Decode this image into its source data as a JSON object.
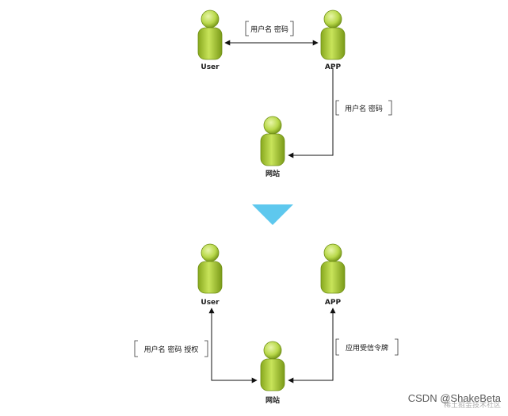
{
  "top": {
    "user_label": "User",
    "app_label": "APP",
    "site_label": "网站",
    "msg_user_app": "用户名 密码",
    "msg_app_site": "用户名 密码"
  },
  "bottom": {
    "user_label": "User",
    "app_label": "APP",
    "site_label": "网站",
    "msg_user_site": "用户名 密码 授权",
    "msg_app_site": "应用受信令牌"
  },
  "colors": {
    "person_body": "#b8d84a",
    "person_dark": "#6f8f14",
    "arrow_down": "#5ec8ee",
    "line": "#111111"
  },
  "watermark": {
    "text": "CSDN @ShakeBeta",
    "faint": "稀土掘金技术社区"
  }
}
